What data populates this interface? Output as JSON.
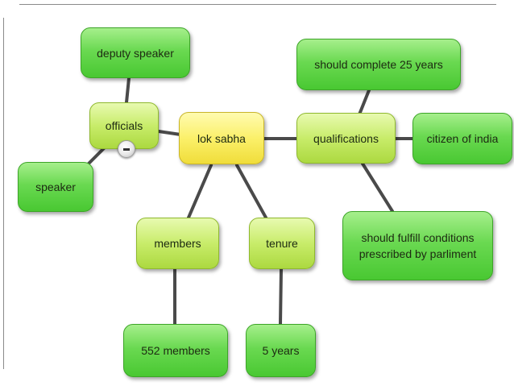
{
  "mindmap": {
    "center": "lok sabha",
    "branches": {
      "officials": "officials",
      "qualifications": "qualifications",
      "members": "members",
      "tenure": "tenure"
    },
    "leaves": {
      "deputy_speaker": "deputy speaker",
      "speaker": "speaker",
      "complete_25_years": "should complete 25 years",
      "citizen_of_india": "citizen of india",
      "conditions": "should fulfill conditions\nprescribed by parliment",
      "members_count": "552 members",
      "tenure_years": "5 years"
    },
    "colors": {
      "leaf": "#6ad951",
      "branch": "#c8ec6a",
      "center": "#fbf06a",
      "connector": "#4a4a4a"
    }
  }
}
